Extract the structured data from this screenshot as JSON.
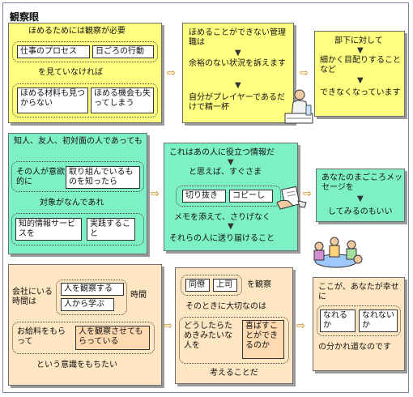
{
  "title": "観察眼",
  "panels": {
    "p1": {
      "heading": "ほめるためには観察が必要",
      "box1": "仕事のプロセス",
      "box2": "日ごろの行動",
      "mid": "を見ていなければ",
      "box3": "ほめる材料も見つからない",
      "box4": "ほめる機会も失ってしまう"
    },
    "p2": {
      "line1": "ほめることができない管理職は",
      "line2": "余裕のない状況を訴えます",
      "line3": "自分がプレイヤーであるだけで精一杯"
    },
    "p3": {
      "line1": "部下に対して",
      "line2": "細かく目配りすることなど",
      "line3": "できなくなっています"
    },
    "p4": {
      "heading": "知人、友人、初対面の人であっても",
      "left1": "その人が意欲的に",
      "right1": "取り組んでいるものを知ったら",
      "mid": "対象がなんであれ",
      "left2": "知的情報サービスを",
      "right2": "実践すること"
    },
    "p5": {
      "line1": "これはあの人に役立つ情報だ",
      "line2": "と思えば、すぐさま",
      "box1": "切り抜き",
      "box2": "コピーし",
      "line3": "メモを添えて、さりげなく",
      "line4": "それらの人に送り届けること"
    },
    "p6": {
      "line1": "あなたのまごころメッセージを",
      "line2": "してみるのもいい"
    },
    "p7": {
      "left1": "会社にいる時間は",
      "box1": "人を観察する",
      "box2": "人から学ぶ",
      "right1": "時間",
      "left2": "お給料をもらって",
      "box3": "人を観察させてもらっている",
      "bottom": "という意識をもちたい"
    },
    "p8": {
      "box1": "同僚",
      "box2": "上司",
      "right1": "を観察",
      "line2": "そのときに大切なのは",
      "box3": "どうしたらためきみたいな人を",
      "box4": "喜ばすことができるのか",
      "bottom": "考えることだ"
    },
    "p9": {
      "line1": "ここが、あなたが幸せに",
      "box1": "なれるか",
      "box2": "なれないか",
      "line2": "の分かれ道なのです"
    }
  },
  "icons": [
    "right-arrow-icon",
    "down-arrow-icon",
    "person-clipart",
    "meeting-clipart",
    "paper-hand-clipart"
  ]
}
